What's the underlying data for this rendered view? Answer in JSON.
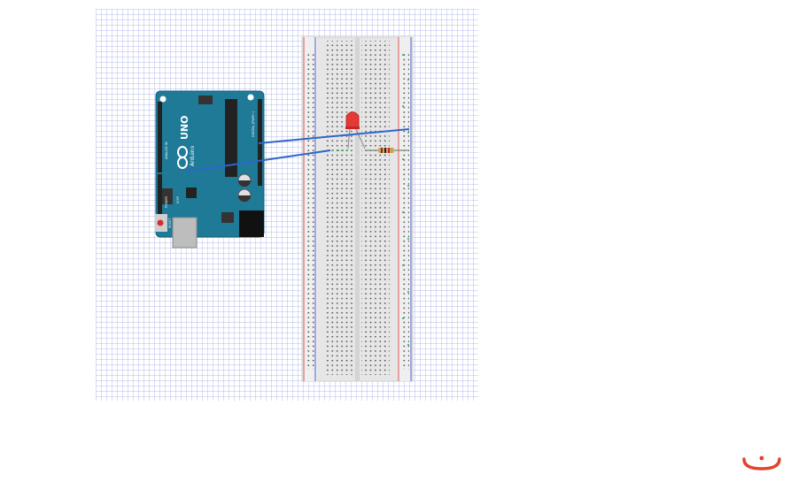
{
  "board": {
    "model_label": "UNO",
    "brand_label": "Arduino",
    "icsp_label": "ICSP",
    "reset_label": "RESET",
    "digital_label": "DIGITAL (PWM~)",
    "power_label": "POWER",
    "analog_label": "ANALOG IN"
  },
  "colors": {
    "board": "#1f7a98",
    "wire": "#2f65c8",
    "led": "#e53935",
    "breadboard": "#e9e9e9",
    "rail_red": "#d9534f",
    "rail_blue": "#4a63d0",
    "accent_logo": "#e0452c"
  },
  "icons": {
    "app_logo": "smile-logo-icon"
  }
}
